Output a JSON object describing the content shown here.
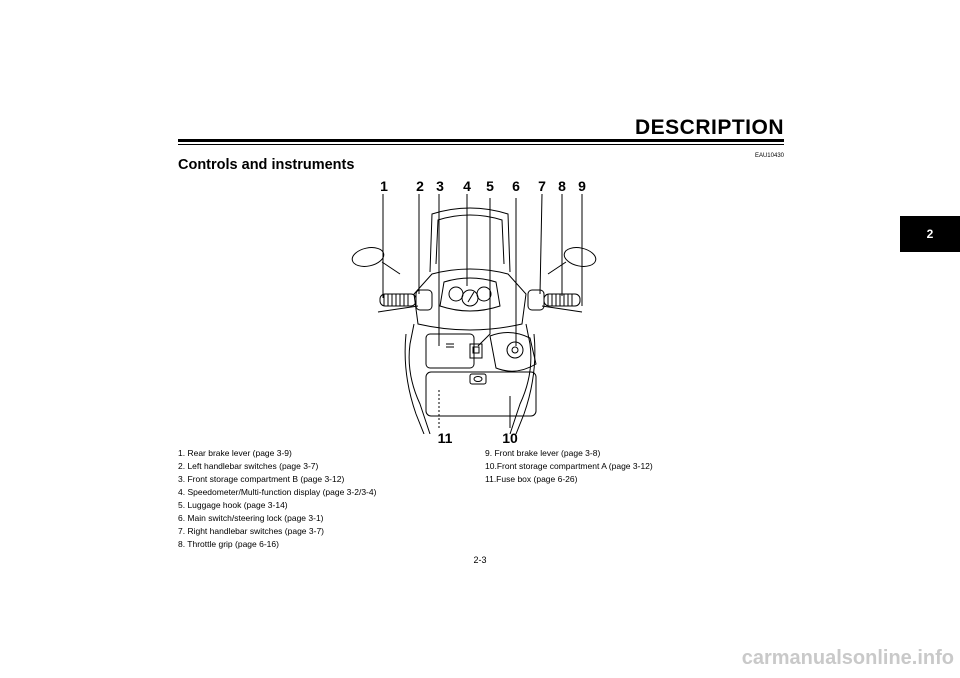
{
  "header": {
    "title": "DESCRIPTION",
    "code": "EAU10430"
  },
  "section": {
    "title": "Controls and instruments"
  },
  "chapter_tab": "2",
  "figure": {
    "callouts_top": [
      "1",
      "2",
      "3",
      "4",
      "5",
      "6",
      "7",
      "8",
      "9"
    ],
    "callouts_bottom": [
      "11",
      "10"
    ]
  },
  "legend_left": [
    "1. Rear brake lever (page 3-9)",
    "2. Left handlebar switches (page 3-7)",
    "3. Front storage compartment B (page 3-12)",
    "4. Speedometer/Multi-function display (page 3-2/3-4)",
    "5. Luggage hook (page 3-14)",
    "6. Main switch/steering lock (page 3-1)",
    "7. Right handlebar switches (page 3-7)",
    "8. Throttle grip (page 6-16)"
  ],
  "legend_right": [
    "9. Front brake lever (page 3-8)",
    "10.Front storage compartment A (page 3-12)",
    "11.Fuse box (page 6-26)"
  ],
  "page_number": "2-3",
  "watermark": "carmanualsonline.info"
}
